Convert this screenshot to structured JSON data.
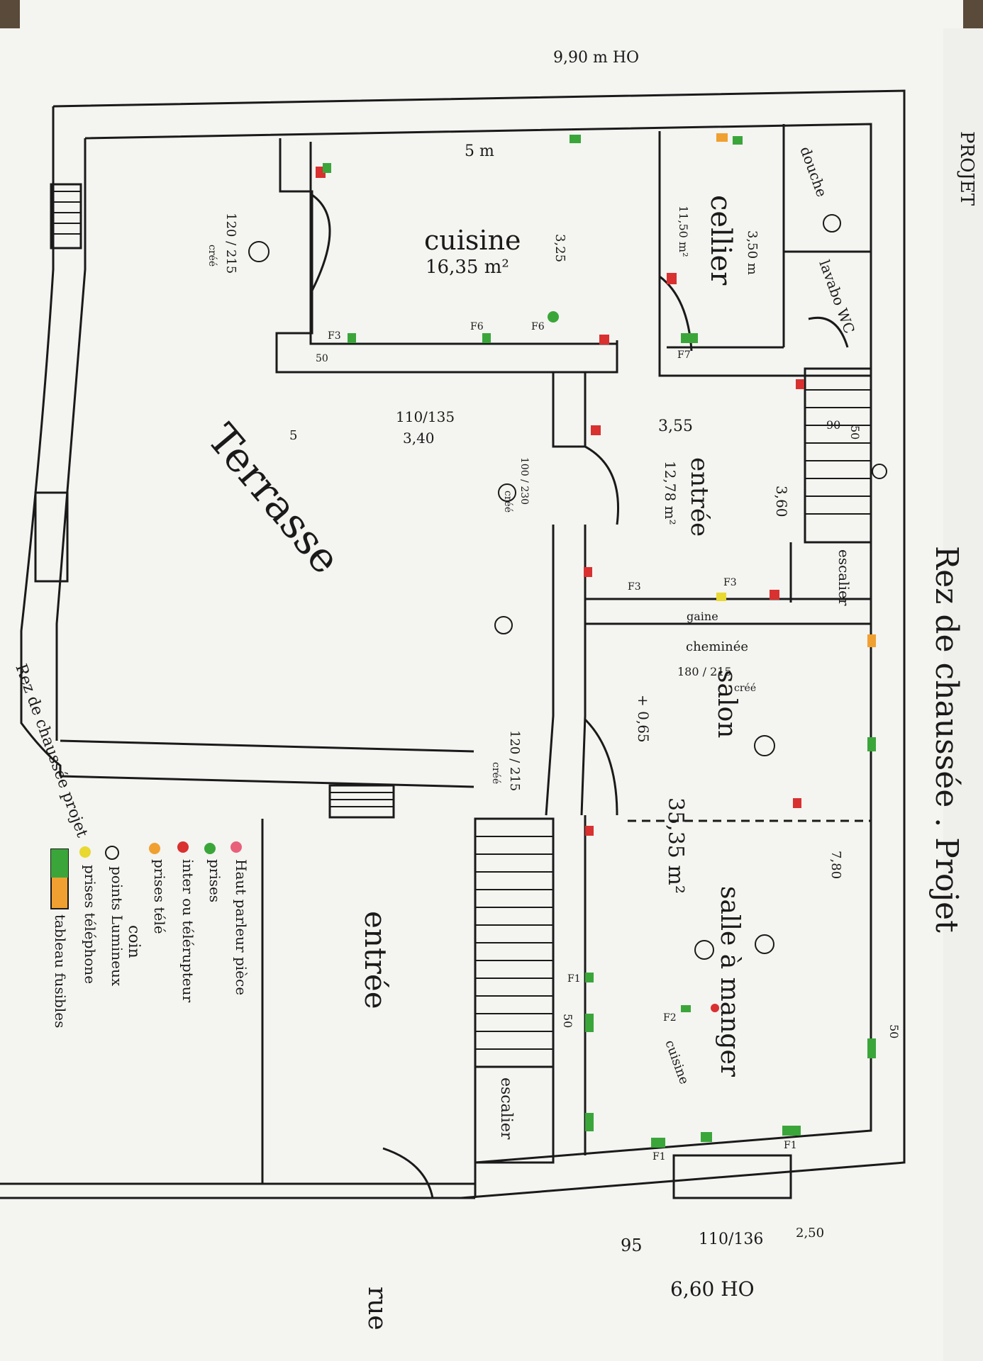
{
  "header": {
    "title": "Rez de chaussée . Projet",
    "stamp": "PROJET",
    "side_note": "Rez de chaussée projet"
  },
  "dimensions": {
    "top_overall": "9,90 m HO",
    "bottom_overall": "6,60 HO",
    "kitchen_width": "5 m",
    "kitchen_depth": "3,25",
    "cellier_width": "3,50 m",
    "entree_width": "3,55",
    "entree_depth": "3,60",
    "terrasse_door": "110/135",
    "terrasse_door_2": "3,40",
    "salon_level": "+ 0,65",
    "salle_length": "7,80",
    "bottom_left": "95",
    "bottom_window": "110/136",
    "bottom_right": "2,50",
    "stair_width": "90",
    "wall_50_a": "50",
    "wall_50_b": "50",
    "wall_50_c": "50",
    "wall_50_d": "50",
    "side_5": "5"
  },
  "rooms": {
    "cuisine": {
      "name": "cuisine",
      "area": "16,35 m²"
    },
    "cellier": {
      "name": "cellier",
      "area": "11,50 m²"
    },
    "douche": "douche",
    "lavabo": "lavabo WC",
    "entree_room": {
      "name": "entrée",
      "area": "12,78 m²"
    },
    "escalier_top": "escalier",
    "escalier_bottom": "escalier",
    "gaine": "gaine",
    "cheminee": "cheminée",
    "salon": "salon",
    "salle": {
      "name": "salle à manger",
      "area": "35,35 m²"
    },
    "cuisine_small": "cuisine",
    "terrasse": "Terrasse",
    "entree_big": "entrée",
    "rue": "rue"
  },
  "doors": {
    "d1": "120 / 215",
    "d1b": "créé",
    "d2": "100 / 230",
    "d2b": "créé",
    "d3": "120 / 215",
    "d3b": "créé",
    "d4": "180 / 215",
    "d4b": "créé"
  },
  "legend": {
    "items": [
      {
        "label": "Haut parleur pièce",
        "color": "#e8607a"
      },
      {
        "label": "prises",
        "color": "#3aa63a"
      },
      {
        "label": "inter ou télérupteur",
        "color": "#d93030"
      },
      {
        "label": "prises télé",
        "color": "#f0a030"
      },
      {
        "label": "prises téléphone",
        "color": "#e8d830"
      },
      {
        "label": "points Lumineux",
        "color": "#1a1a1a"
      },
      {
        "label": "tableau fusibles",
        "color": "#3aa63a"
      }
    ],
    "note": "coin"
  },
  "marks": {
    "f1": "F1",
    "f2": "F2",
    "f3": "F3",
    "f6": "F6",
    "f7": "F7"
  },
  "colors": {
    "paper": "#fdfdfb",
    "ink": "#1a1a1a",
    "green": "#3aa63a",
    "red": "#d93030",
    "orange": "#f0a030"
  }
}
